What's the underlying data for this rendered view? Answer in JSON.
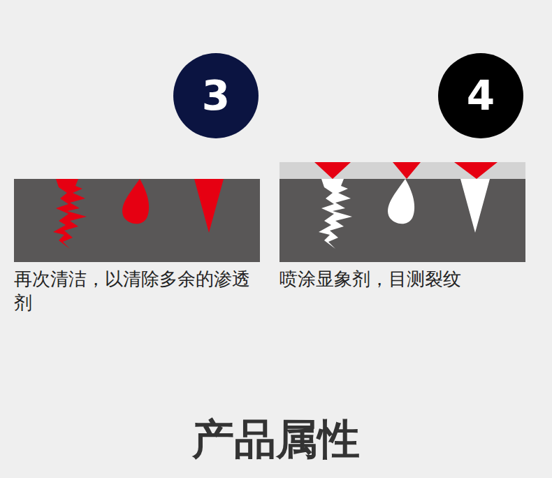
{
  "diagram": {
    "title": "产品属性",
    "nodes": [
      {
        "text": [
          "3"
        ]
      },
      {
        "text": [
          "4"
        ]
      }
    ],
    "labels": [
      "再次清洁，以清除多余的渗透剂",
      "喷涂显象剂，目测裂纹"
    ]
  }
}
